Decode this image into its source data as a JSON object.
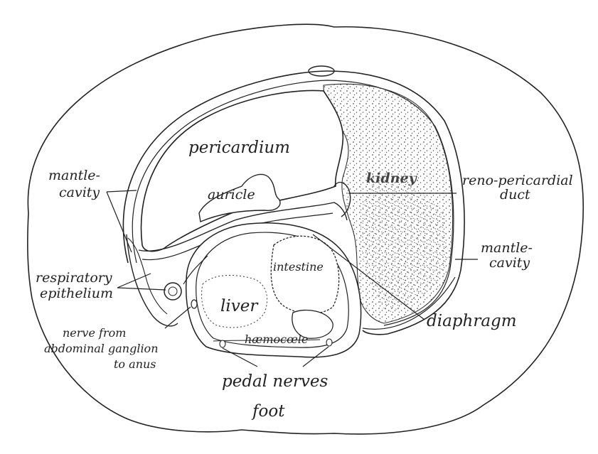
{
  "labels": {
    "pericardium": "pericardium",
    "kidney": "kidney",
    "reno_pericardial_1": "reno-pericardial",
    "reno_pericardial_2": "duct",
    "mantle_cavity_left_1": "mantle-",
    "mantle_cavity_left_2": "cavity",
    "auricle": "auricle",
    "mantle_cavity_right_1": "mantle-",
    "mantle_cavity_right_2": "cavity",
    "intestine": "intestine",
    "respiratory_1": "respiratory",
    "respiratory_2": "epithelium",
    "liver": "liver",
    "diaphragm": "diaphragm",
    "nerve_1": "nerve from",
    "nerve_2": "abdominal ganglion",
    "nerve_3": "to anus",
    "haemocoele": "hæmocœle",
    "pedal_nerves": "pedal nerves",
    "foot": "foot"
  },
  "colors": {
    "ink": "#222222",
    "stipple": "#555555",
    "background": "#ffffff"
  }
}
